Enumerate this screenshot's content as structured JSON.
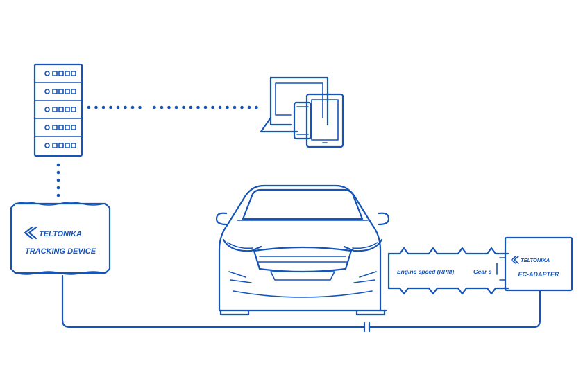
{
  "colors": {
    "accent": "#1554b8",
    "background": "#ffffff"
  },
  "tracker": {
    "brand": "TELTONIKA",
    "label": "TRACKING DEVICE"
  },
  "adapter": {
    "brand": "TELTONIKA",
    "model": "EC-ADAPTER"
  },
  "signals": [
    "Engine speed (RPM)",
    "Gear s"
  ],
  "icons": [
    "server-icon",
    "laptop-icon",
    "tablet-icon",
    "phone-icon",
    "car-icon",
    "teltonika-logo-icon"
  ]
}
